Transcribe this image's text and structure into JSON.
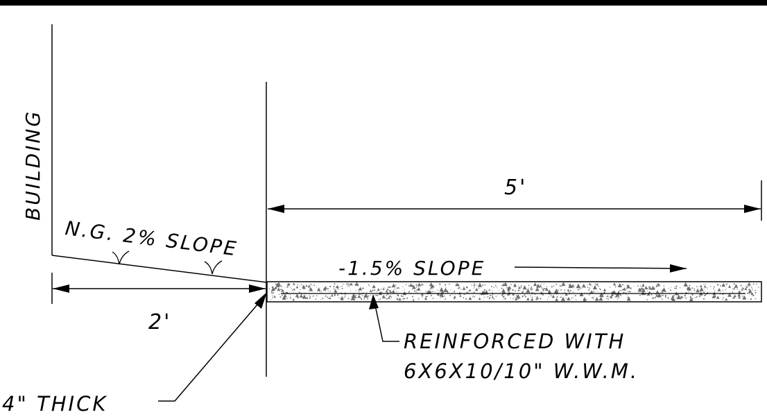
{
  "labels": {
    "building": "BUILDING",
    "ng_slope": "N.G. 2% SLOPE",
    "walk_slope": "-1.5% SLOPE",
    "dim_walk_width": "5'",
    "dim_grade_width": "2'",
    "reinforcement_line1": "REINFORCED WITH",
    "reinforcement_line2": "6X6X10/10\" W.W.M.",
    "thickness": "4\" THICK"
  },
  "colors": {
    "ink": "#000000",
    "paper": "#ffffff",
    "concrete_stipple": "#6e6e6e"
  }
}
